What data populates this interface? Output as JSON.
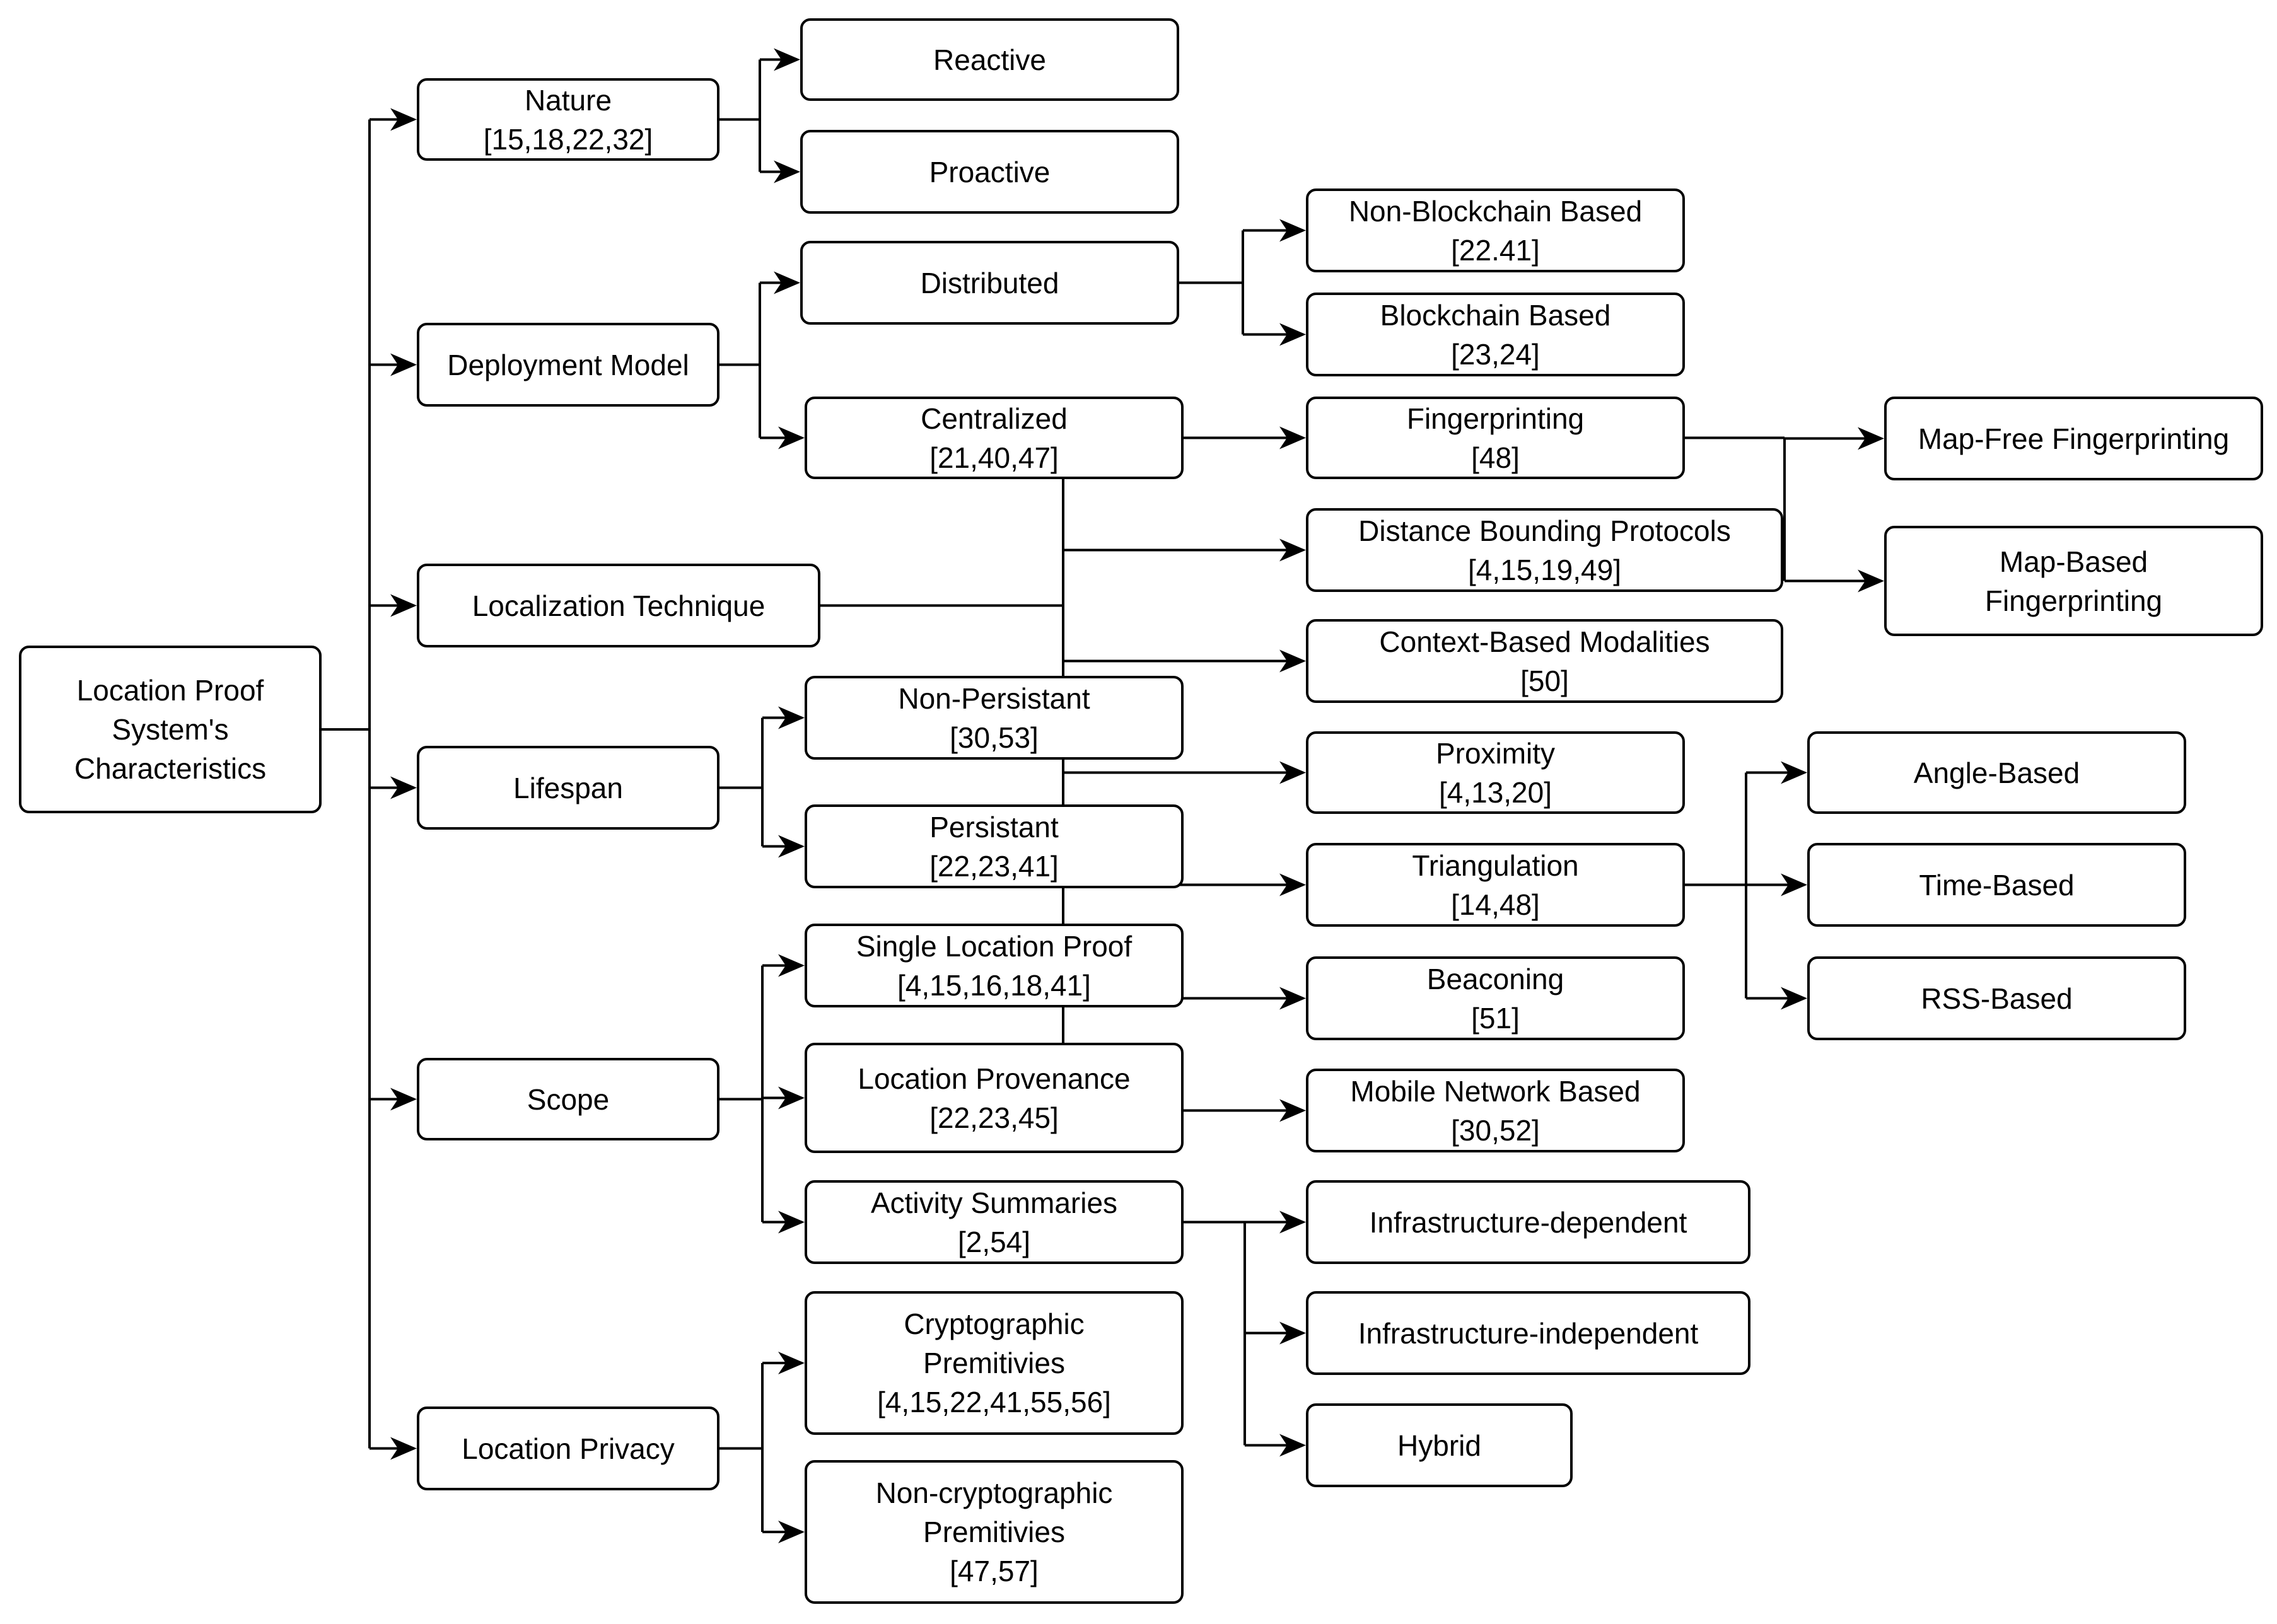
{
  "nodes": {
    "root": {
      "lines": [
        "Location Proof",
        "System's",
        "Characteristics"
      ]
    },
    "nature": {
      "lines": [
        "Nature",
        "[15,18,22,32]"
      ]
    },
    "deployment": {
      "lines": [
        "Deployment Model"
      ]
    },
    "localization": {
      "lines": [
        "Localization Technique"
      ]
    },
    "lifespan": {
      "lines": [
        "Lifespan"
      ]
    },
    "scope": {
      "lines": [
        "Scope"
      ]
    },
    "privacy": {
      "lines": [
        "Location Privacy"
      ]
    },
    "reactive": {
      "lines": [
        "Reactive"
      ]
    },
    "proactive": {
      "lines": [
        "Proactive"
      ]
    },
    "distributed": {
      "lines": [
        "Distributed"
      ]
    },
    "centralized": {
      "lines": [
        "Centralized",
        "[21,40,47]"
      ]
    },
    "non_blockchain": {
      "lines": [
        "Non-Blockchain Based",
        "[22.41]"
      ]
    },
    "blockchain": {
      "lines": [
        "Blockchain Based",
        "[23,24]"
      ]
    },
    "non_persistant": {
      "lines": [
        "Non-Persistant",
        "[30,53]"
      ]
    },
    "persistant": {
      "lines": [
        "Persistant",
        "[22,23,41]"
      ]
    },
    "single_location_proof": {
      "lines": [
        "Single Location Proof",
        "[4,15,16,18,41]"
      ]
    },
    "location_provenance": {
      "lines": [
        "Location Provenance",
        "[22,23,45]"
      ]
    },
    "activity_summaries": {
      "lines": [
        "Activity Summaries",
        "[2,54]"
      ]
    },
    "cryptographic": {
      "lines": [
        "Cryptographic",
        "Premitivies",
        "[4,15,22,41,55,56]"
      ]
    },
    "non_cryptographic": {
      "lines": [
        "Non-cryptographic",
        "Premitivies",
        "[47,57]"
      ]
    },
    "fingerprinting": {
      "lines": [
        "Fingerprinting",
        "[48]"
      ]
    },
    "distance_bounding": {
      "lines": [
        "Distance Bounding Protocols",
        "[4,15,19,49]"
      ]
    },
    "context_based": {
      "lines": [
        "Context-Based Modalities",
        "[50]"
      ]
    },
    "proximity": {
      "lines": [
        "Proximity",
        "[4,13,20]"
      ]
    },
    "triangulation": {
      "lines": [
        "Triangulation",
        "[14,48]"
      ]
    },
    "beaconing": {
      "lines": [
        "Beaconing",
        "[51]"
      ]
    },
    "mobile_network": {
      "lines": [
        "Mobile Network Based",
        "[30,52]"
      ]
    },
    "infra_dependent": {
      "lines": [
        "Infrastructure-dependent"
      ]
    },
    "infra_independent": {
      "lines": [
        "Infrastructure-independent"
      ]
    },
    "hybrid": {
      "lines": [
        "Hybrid"
      ]
    },
    "map_free": {
      "lines": [
        "Map-Free Fingerprinting"
      ]
    },
    "map_based": {
      "lines": [
        "Map-Based",
        "Fingerprinting"
      ]
    },
    "angle_based": {
      "lines": [
        "Angle-Based"
      ]
    },
    "time_based": {
      "lines": [
        "Time-Based"
      ]
    },
    "rss_based": {
      "lines": [
        "RSS-Based"
      ]
    }
  },
  "edges": [
    [
      "root",
      "nature"
    ],
    [
      "root",
      "deployment"
    ],
    [
      "root",
      "localization"
    ],
    [
      "root",
      "lifespan"
    ],
    [
      "root",
      "scope"
    ],
    [
      "root",
      "privacy"
    ],
    [
      "nature",
      "reactive"
    ],
    [
      "nature",
      "proactive"
    ],
    [
      "deployment",
      "distributed"
    ],
    [
      "deployment",
      "centralized"
    ],
    [
      "distributed",
      "non_blockchain"
    ],
    [
      "distributed",
      "blockchain"
    ],
    [
      "localization",
      "fingerprinting"
    ],
    [
      "localization",
      "distance_bounding"
    ],
    [
      "localization",
      "context_based"
    ],
    [
      "localization",
      "proximity"
    ],
    [
      "localization",
      "triangulation"
    ],
    [
      "localization",
      "beaconing"
    ],
    [
      "localization",
      "mobile_network"
    ],
    [
      "fingerprinting",
      "map_free"
    ],
    [
      "fingerprinting",
      "map_based"
    ],
    [
      "triangulation",
      "angle_based"
    ],
    [
      "triangulation",
      "time_based"
    ],
    [
      "triangulation",
      "rss_based"
    ],
    [
      "lifespan",
      "non_persistant"
    ],
    [
      "lifespan",
      "persistant"
    ],
    [
      "scope",
      "single_location_proof"
    ],
    [
      "scope",
      "location_provenance"
    ],
    [
      "scope",
      "activity_summaries"
    ],
    [
      "activity_summaries",
      "infra_dependent"
    ],
    [
      "activity_summaries",
      "infra_independent"
    ],
    [
      "activity_summaries",
      "hybrid"
    ],
    [
      "privacy",
      "cryptographic"
    ],
    [
      "privacy",
      "non_cryptographic"
    ]
  ]
}
